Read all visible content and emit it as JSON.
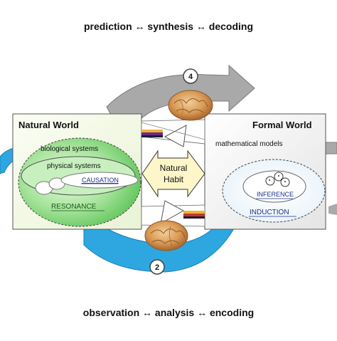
{
  "captions": {
    "top": "prediction ↔ synthesis ↔ decoding",
    "bottom": "observation ↔ analysis ↔ encoding"
  },
  "natural_world": {
    "title": "Natural World",
    "biological": "biological systems",
    "physical": "physical systems",
    "causation": "CAUSATION",
    "resonance": "RESONANCE"
  },
  "formal_world": {
    "title": "Formal World",
    "math": "mathematical models",
    "inference": "INFERENCE",
    "induction": "INDUCTION"
  },
  "center": {
    "line1": "Natural",
    "line2": "Habit"
  },
  "steps": {
    "top": "4",
    "bottom": "2"
  },
  "icons": [
    "brain-icon",
    "prism-icon",
    "double-arrow-icon",
    "cycle-arrow"
  ],
  "colors": {
    "blue_arrow": "#2ea7e0",
    "grey_arrow": "#a8a8a8",
    "green_fill": "#7ed67a",
    "natural_panel": "#f4f9e8",
    "formal_panel": "#f2f2f2",
    "habit_arrow": "#fdf6c8"
  }
}
